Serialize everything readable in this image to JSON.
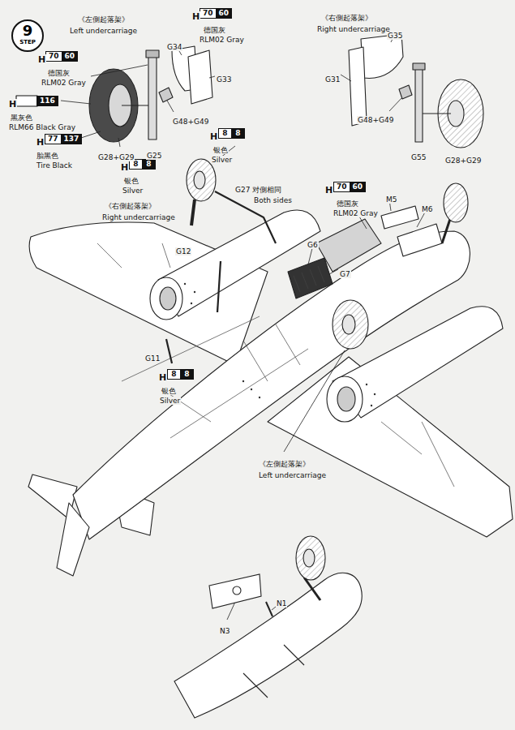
{
  "diagram": {
    "nodes": [
      {
        "text": [
          "9",
          "STEP"
        ]
      },
      {
        "text": [
          "70"
        ]
      },
      {
        "text": [
          "60"
        ]
      },
      {
        "text": [
          "70"
        ]
      },
      {
        "text": [
          "60"
        ]
      },
      {
        "text": [
          "116"
        ]
      },
      {
        "text": [
          "77"
        ]
      },
      {
        "text": [
          "137"
        ]
      },
      {
        "text": [
          "8"
        ]
      },
      {
        "text": [
          "8"
        ]
      },
      {
        "text": [
          "8"
        ]
      },
      {
        "text": [
          "8"
        ]
      },
      {
        "text": [
          "70"
        ]
      },
      {
        "text": [
          "60"
        ]
      },
      {
        "text": [
          "8"
        ]
      },
      {
        "text": [
          "8"
        ]
      }
    ],
    "labels": [
      "《左側起落架》",
      "Left undercarriage",
      "H",
      "德国灰",
      "RLM02 Gray",
      "H",
      "德国灰",
      "RLM02 Gray",
      "G34",
      "G33",
      "G48+G49",
      "H",
      "黑灰色",
      "RLM66 Black Gray",
      "H",
      "胎黑色",
      "Tire Black",
      "G28+G29",
      "G25",
      "H",
      "银色",
      "Silver",
      "《右側起落架》",
      "Right undercarriage",
      "G35",
      "G31",
      "G48+G49",
      "G55",
      "G28+G29",
      "H",
      "银色",
      "Silver",
      "《右側起落架》",
      "Right undercarriage",
      "G27",
      "对側相同",
      "Both sides",
      "H",
      "德国灰",
      "RLM02 Gray",
      "M5",
      "M6",
      "G12",
      "G6",
      "G7",
      "G11",
      "H",
      "银色",
      "Silver",
      "《左側起落架》",
      "Left undercarriage",
      "N1",
      "N3"
    ]
  }
}
